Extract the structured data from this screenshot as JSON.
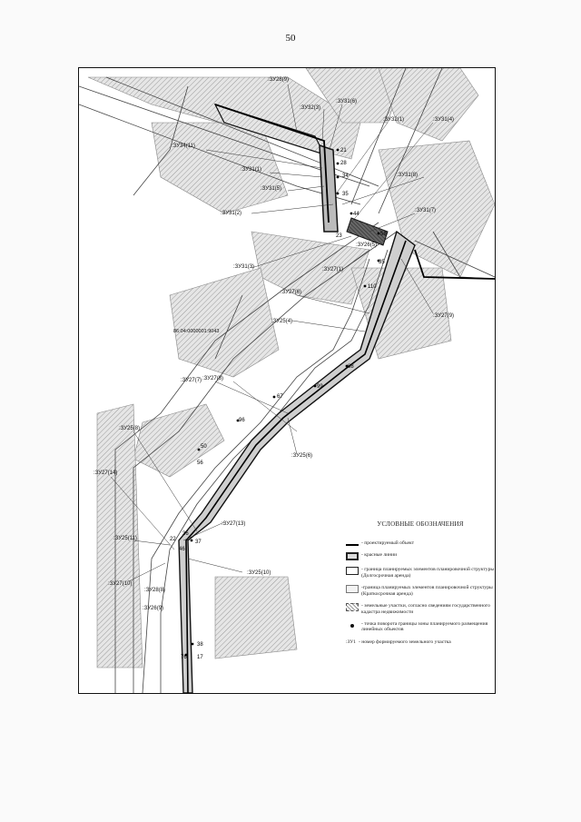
{
  "page": {
    "number": "50"
  },
  "map": {
    "parcel_labels": [
      ":ЗУ28(9)",
      ":ЗУ31(6)",
      ":ЗУ32(3)",
      ":ЗУ32(1)",
      ":ЗУ31(4)",
      ":ЗУ34(11)",
      ":ЗУ31(1)",
      ":ЗУ31(5)",
      ":ЗУ31(8)",
      ":ЗУ31(2)",
      ":ЗУ31(7)",
      ":ЗУ31(3)",
      ":ЗУ26(5)",
      ":ЗУ27(1)",
      ":ЗУ27(6)",
      ":ЗУ27(9)",
      ":ЗУ25(4)",
      "86:04:0000001:9043",
      ":ЗУ27(7)",
      ":ЗУ27(8)",
      ":ЗУ25(6)",
      ":ЗУ25(8)",
      ":ЗУ27(14)",
      ":ЗУ27(13)",
      ":ЗУ25(11)",
      ":ЗУ27(10)",
      ":ЗУ25(10)",
      ":ЗУ28(8)",
      ":ЗУ26(9)"
    ],
    "point_labels": [
      "21",
      "28",
      "34",
      "35",
      "44",
      "58",
      "23",
      "35",
      "110",
      "88",
      "99",
      "67",
      "96",
      "50",
      "56",
      "37",
      "36",
      "38",
      "76",
      "17",
      "46",
      "22"
    ]
  },
  "legend": {
    "title": "УСЛОВНЫЕ ОБОЗНАЧЕНИЯ",
    "items": [
      {
        "swatch": "line",
        "text": "- проектируемый объект"
      },
      {
        "swatch": "red",
        "text": "- красные линии"
      },
      {
        "swatch": "white1",
        "text": "- граница планируемых элементов планировочной структуры (Долгосрочная аренда)"
      },
      {
        "swatch": "white2",
        "text": "-граница планируемых элементов планировочной структуры (Краткосрочная аренда)"
      },
      {
        "swatch": "dots",
        "text": "- земельные участки, согласно сведениям государственного кадастра недвижимости"
      },
      {
        "swatch": "point",
        "text": "- точка поворота границы зоны планируемого размещения линейных объектов"
      },
      {
        "swatch": "code",
        "code": ":ЗУ1",
        "text": "- номер формируемого земельного участка"
      }
    ]
  }
}
